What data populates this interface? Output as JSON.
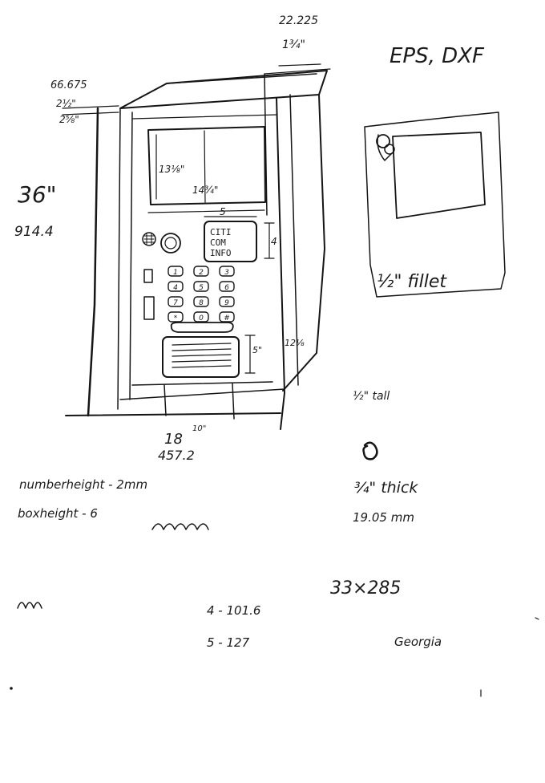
{
  "sketch": {
    "booth": {
      "top_width_mm": "22.225",
      "top_width_in": "1¾\"",
      "left_top_mm": "66.675",
      "left_top_scribble": "2½\"",
      "left_top_in": "2⅝\"",
      "screen_height": "13⅛\"",
      "screen_width": "14¾\"",
      "gap_top": "5",
      "sign_height": "4",
      "height_in": "36\"",
      "height_mm": "914.4",
      "grill_height": "5\"",
      "right_side": "12⅛",
      "width_in": "18",
      "width_scribble": "10\"",
      "width_mm": "457.2"
    },
    "sign_lines": [
      "CITI",
      "COM",
      "INFO"
    ],
    "keypad_keys": [
      "1",
      "2",
      "3",
      "4",
      "5",
      "6",
      "7",
      "8",
      "9",
      "*",
      "0",
      "#"
    ],
    "panel": {
      "formats": "EPS, DXF",
      "fillet": "½\" fillet"
    },
    "notes": {
      "tall": "½\" tall",
      "thick": "¾\" thick",
      "thick_mm": "19.05 mm",
      "number_height": "numberheight - 2mm",
      "box_height": "boxheight - 6",
      "size": "33×285",
      "font": "Georgia",
      "conv_4": "4 - 101.6",
      "conv_5": "5 - 127"
    }
  }
}
